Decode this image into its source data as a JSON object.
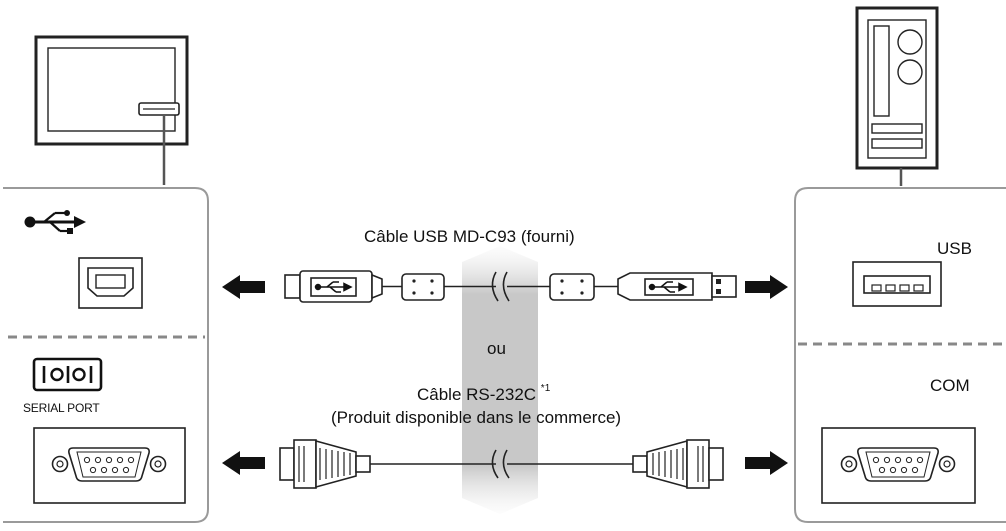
{
  "cables": {
    "usb_caption": "Câble USB MD-C93 (fourni)",
    "or_label": "ou",
    "rs232_caption_line1": "Câble RS-232C",
    "rs232_footnote": "*1",
    "rs232_caption_line2": "(Produit disponible dans le commerce)"
  },
  "left_device": {
    "serial_port_label": "SERIAL PORT",
    "serial_icon_text": "IOIOI"
  },
  "right_device": {
    "usb_label": "USB",
    "com_label": "COM"
  },
  "colors": {
    "outline": "#333333",
    "panel_border": "#999999",
    "separator": "#888888",
    "or_band": "#c4c4c4"
  }
}
